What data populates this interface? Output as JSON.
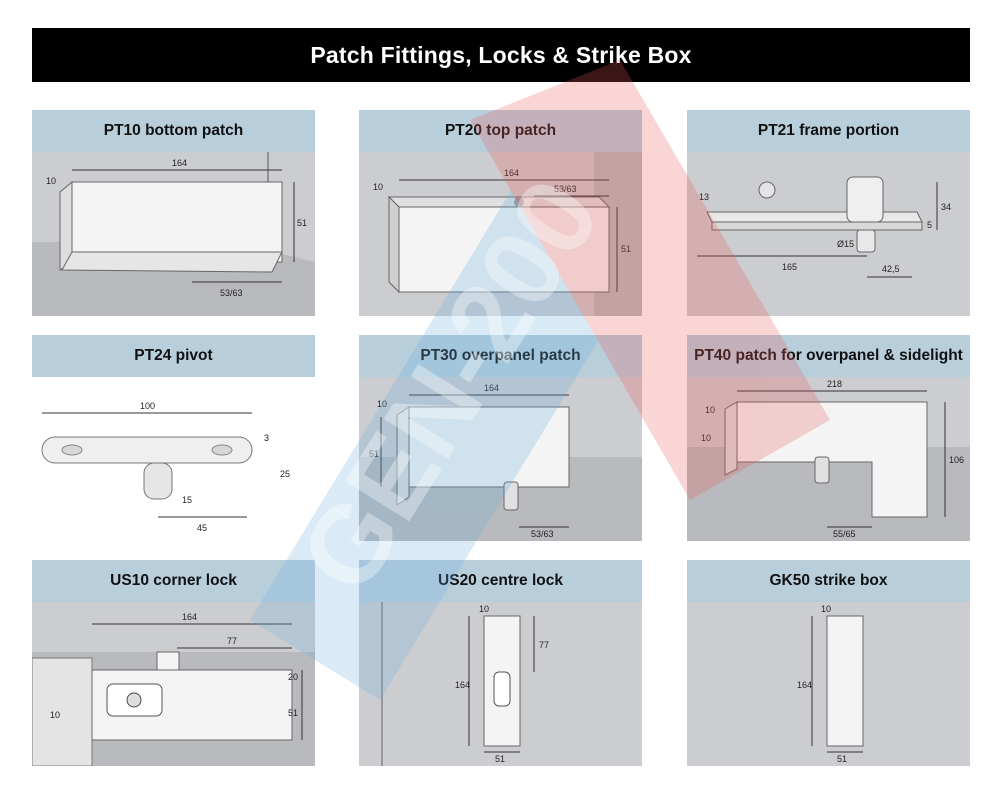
{
  "page_title": "Patch Fittings, Locks & Strike Box",
  "cards": [
    {
      "title": "PT10 bottom patch",
      "dims": [
        "164",
        "51",
        "53/63",
        "10"
      ]
    },
    {
      "title": "PT20 top patch",
      "dims": [
        "164",
        "53/63",
        "51",
        "10"
      ]
    },
    {
      "title": "PT21 frame portion",
      "dims": [
        "Ø15",
        "165",
        "42,5",
        "34",
        "13",
        "5"
      ]
    },
    {
      "title": "PT24 pivot",
      "dims": [
        "100",
        "15",
        "45",
        "3",
        "25"
      ]
    },
    {
      "title": "PT30 overpanel patch",
      "dims": [
        "164",
        "51",
        "53/63",
        "10"
      ]
    },
    {
      "title": "PT40 patch for overpanel & sidelight",
      "dims": [
        "218",
        "106",
        "55/65",
        "10",
        "10"
      ]
    },
    {
      "title": "US10 corner lock",
      "dims": [
        "164",
        "77",
        "20",
        "51",
        "10"
      ]
    },
    {
      "title": "US20 centre lock",
      "dims": [
        "164",
        "77",
        "51",
        "10"
      ]
    },
    {
      "title": "GK50 strike box",
      "dims": [
        "164",
        "51",
        "10"
      ]
    }
  ],
  "watermark_text": "GEN-200",
  "colors": {
    "banner": "#000000",
    "card_header": "#b8cedb",
    "card_body": "#cccdd0",
    "watermark_red": "#e85a5a",
    "watermark_blue": "#6ab0e0"
  }
}
